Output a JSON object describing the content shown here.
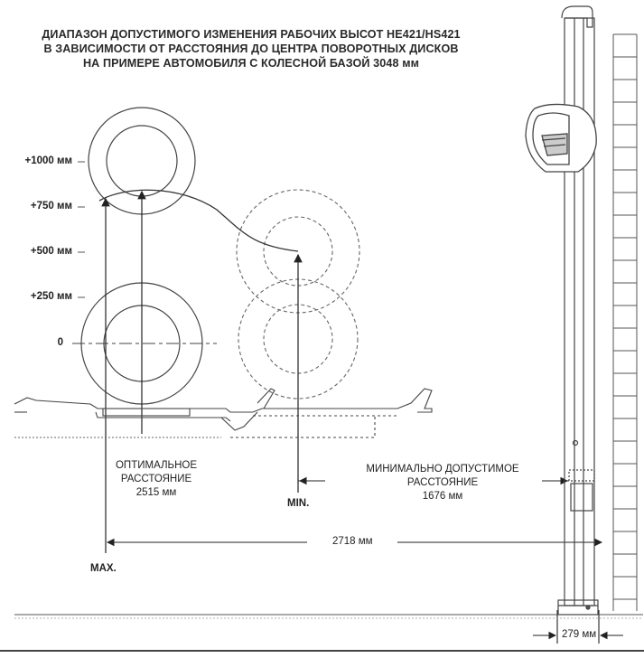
{
  "title_lines": [
    "ДИАПАЗОН ДОПУСТИМОГО ИЗМЕНЕНИЯ РАБОЧИХ ВЫСОТ HE421/HS421",
    "В ЗАВИСИМОСТИ ОТ РАССТОЯНИЯ ДО ЦЕНТРА ПОВОРОТНЫХ ДИСКОВ",
    "НА ПРИМЕРЕ АВТОМОБИЛЯ С КОЛЕСНОЙ БАЗОЙ 3048 мм"
  ],
  "height_levels": [
    "+1000 мм",
    "+750 мм",
    "+500 мм",
    "+250 мм",
    "0"
  ],
  "optimal": {
    "line1": "ОПТИМАЛЬНОЕ",
    "line2": "РАССТОЯНИЕ",
    "value": "2515 мм"
  },
  "minimal": {
    "line1": "МИНИМАЛЬНО ДОПУСТИМОЕ",
    "line2": "РАССТОЯНИЕ",
    "value": "1676 мм"
  },
  "min_label": "MIN.",
  "max_label": "MAX.",
  "total_distance": "2718 мм",
  "column_width": "279 мм"
}
